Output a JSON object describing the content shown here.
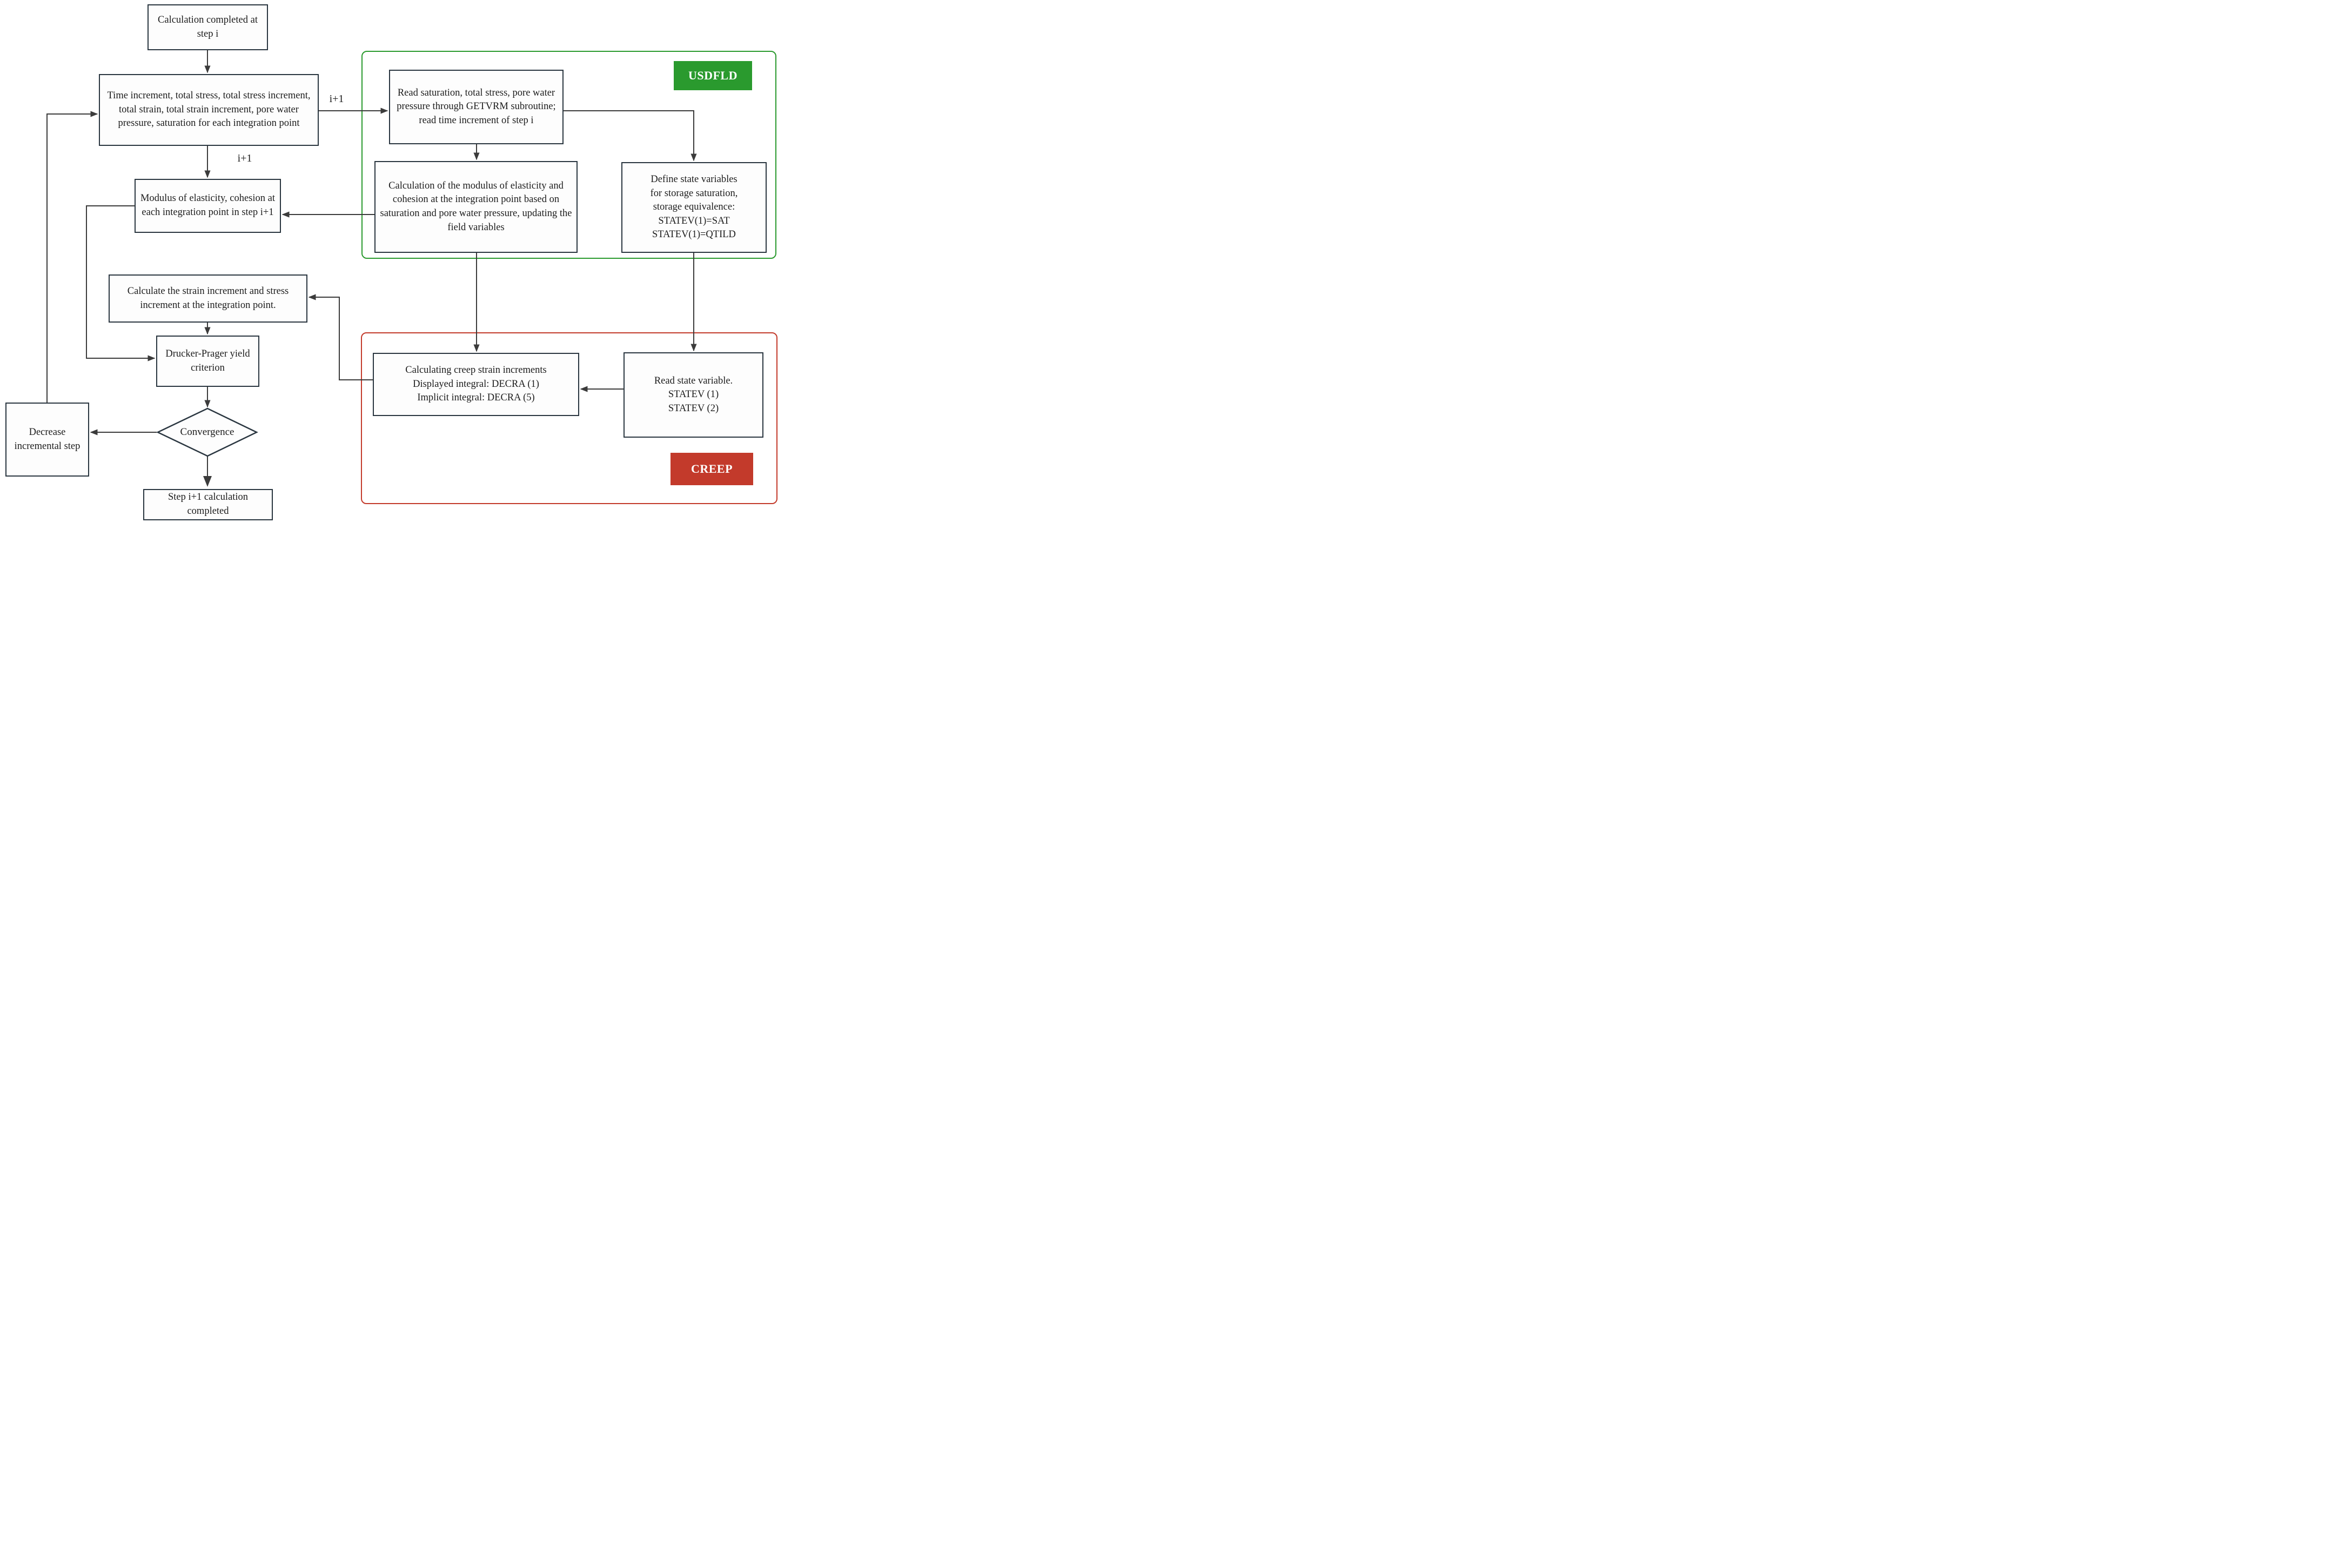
{
  "figure_type": "flowchart",
  "colors": {
    "ink": "#2a3640",
    "line": "#3b3b3b",
    "green": "#2a9a2e",
    "red": "#c33a2b",
    "text": "#1c1c1c"
  },
  "nodes": {
    "calc_completed": "Calculation completed at step i",
    "inputs": "Time increment, total stress, total stress increment, total strain, total strain increment, pore water pressure, saturation for each integration point",
    "read_saturation": "Read saturation, total stress, pore water pressure through GETVRM subroutine; read time increment of step i",
    "calc_modulus": "Calculation of the modulus of elasticity and cohesion at the integration point based on saturation and pore water pressure, updating the field variables",
    "define_state": "Define state variables\nfor storage saturation,\nstorage equivalence:\nSTATEV(1)=SAT\nSTATEV(1)=QTILD",
    "modulus": "Modulus of elasticity, cohesion at each integration point in step i+1",
    "calc_strain": "Calculate the strain increment and stress increment at the integration point.",
    "drucker_prager": "Drucker-Prager yield criterion",
    "creep_calc": "Calculating creep strain increments\nDisplayed integral: DECRA (1)\nImplicit integral: DECRA (5)",
    "read_state": "Read state variable.\nSTATEV (1)\nSTATEV (2)",
    "decrease": "Decrease incremental step",
    "convergence": "Convergence",
    "step_completed": "Step i+1 calculation completed"
  },
  "badges": {
    "usdfld": "USDFLD",
    "creep": "CREEP"
  },
  "edge_labels": {
    "i_plus_1_right": "i+1",
    "i_plus_1_down": "i+1"
  }
}
